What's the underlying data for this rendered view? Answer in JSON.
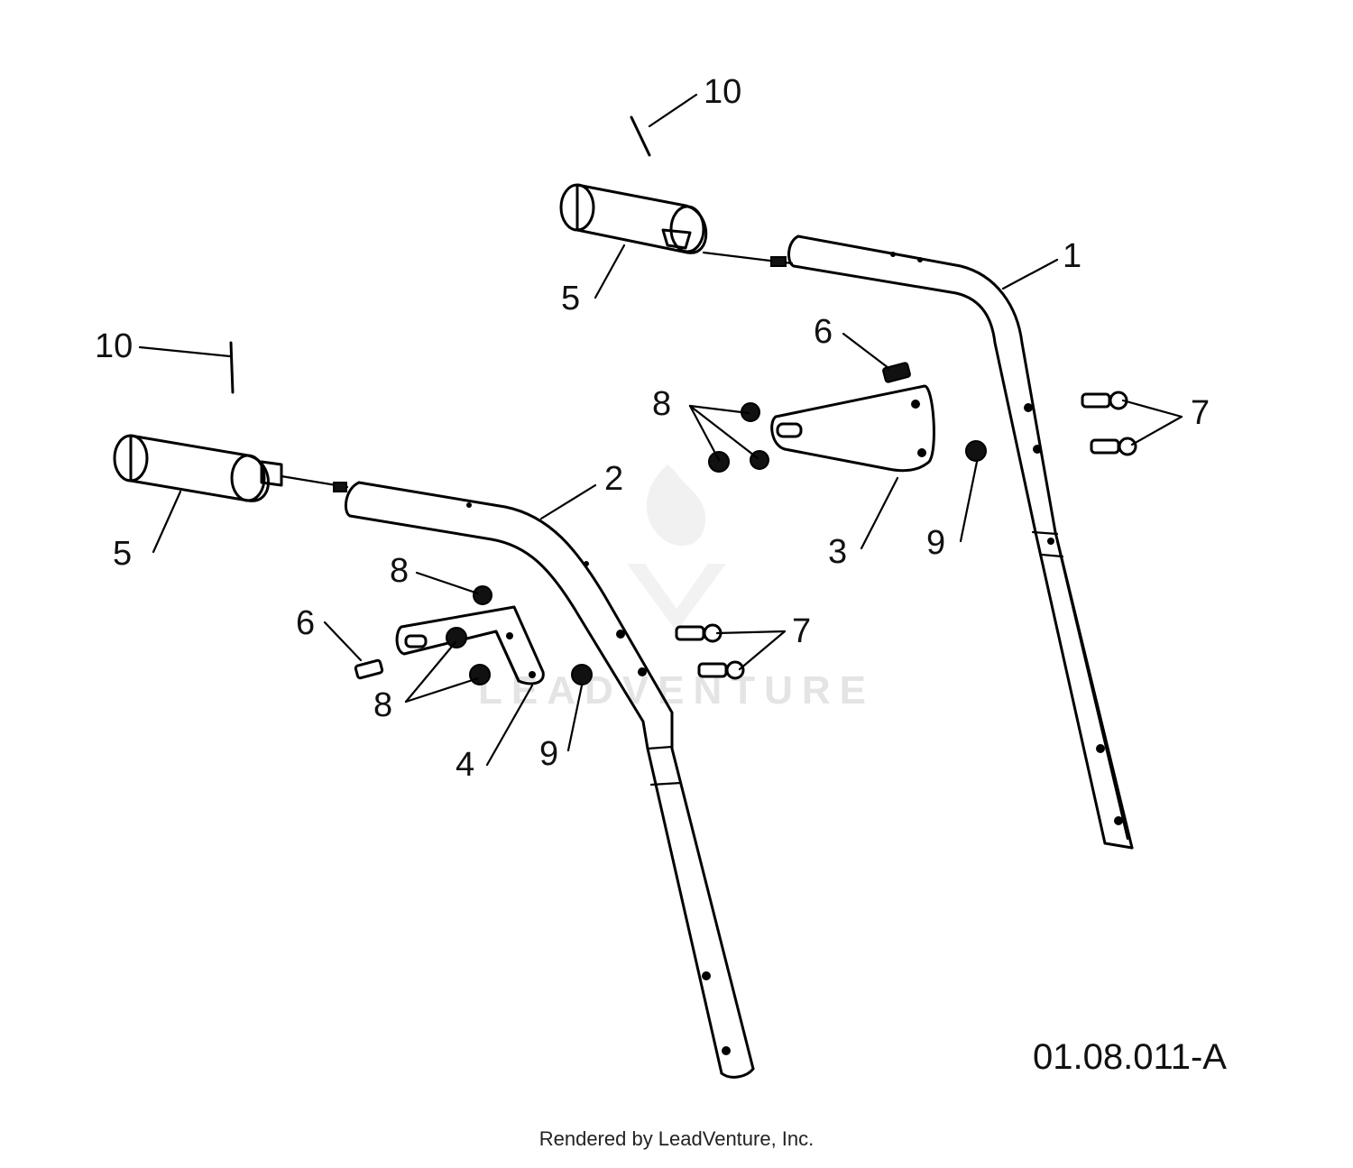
{
  "diagram": {
    "reference_id": "01.08.011-A",
    "watermark": "LEADVENTURE",
    "footer": "Rendered by LeadVenture, Inc."
  },
  "callouts": {
    "c1": "1",
    "c2": "2",
    "c3": "3",
    "c4": "4",
    "c5_upper": "5",
    "c5_lower": "5",
    "c6_upper": "6",
    "c6_lower": "6",
    "c7_upper": "7",
    "c7_lower": "7",
    "c8_upper": "8",
    "c8_lower_top": "8",
    "c8_lower_bottom": "8",
    "c9_upper": "9",
    "c9_lower": "9",
    "c10_upper": "10",
    "c10_lower": "10"
  }
}
